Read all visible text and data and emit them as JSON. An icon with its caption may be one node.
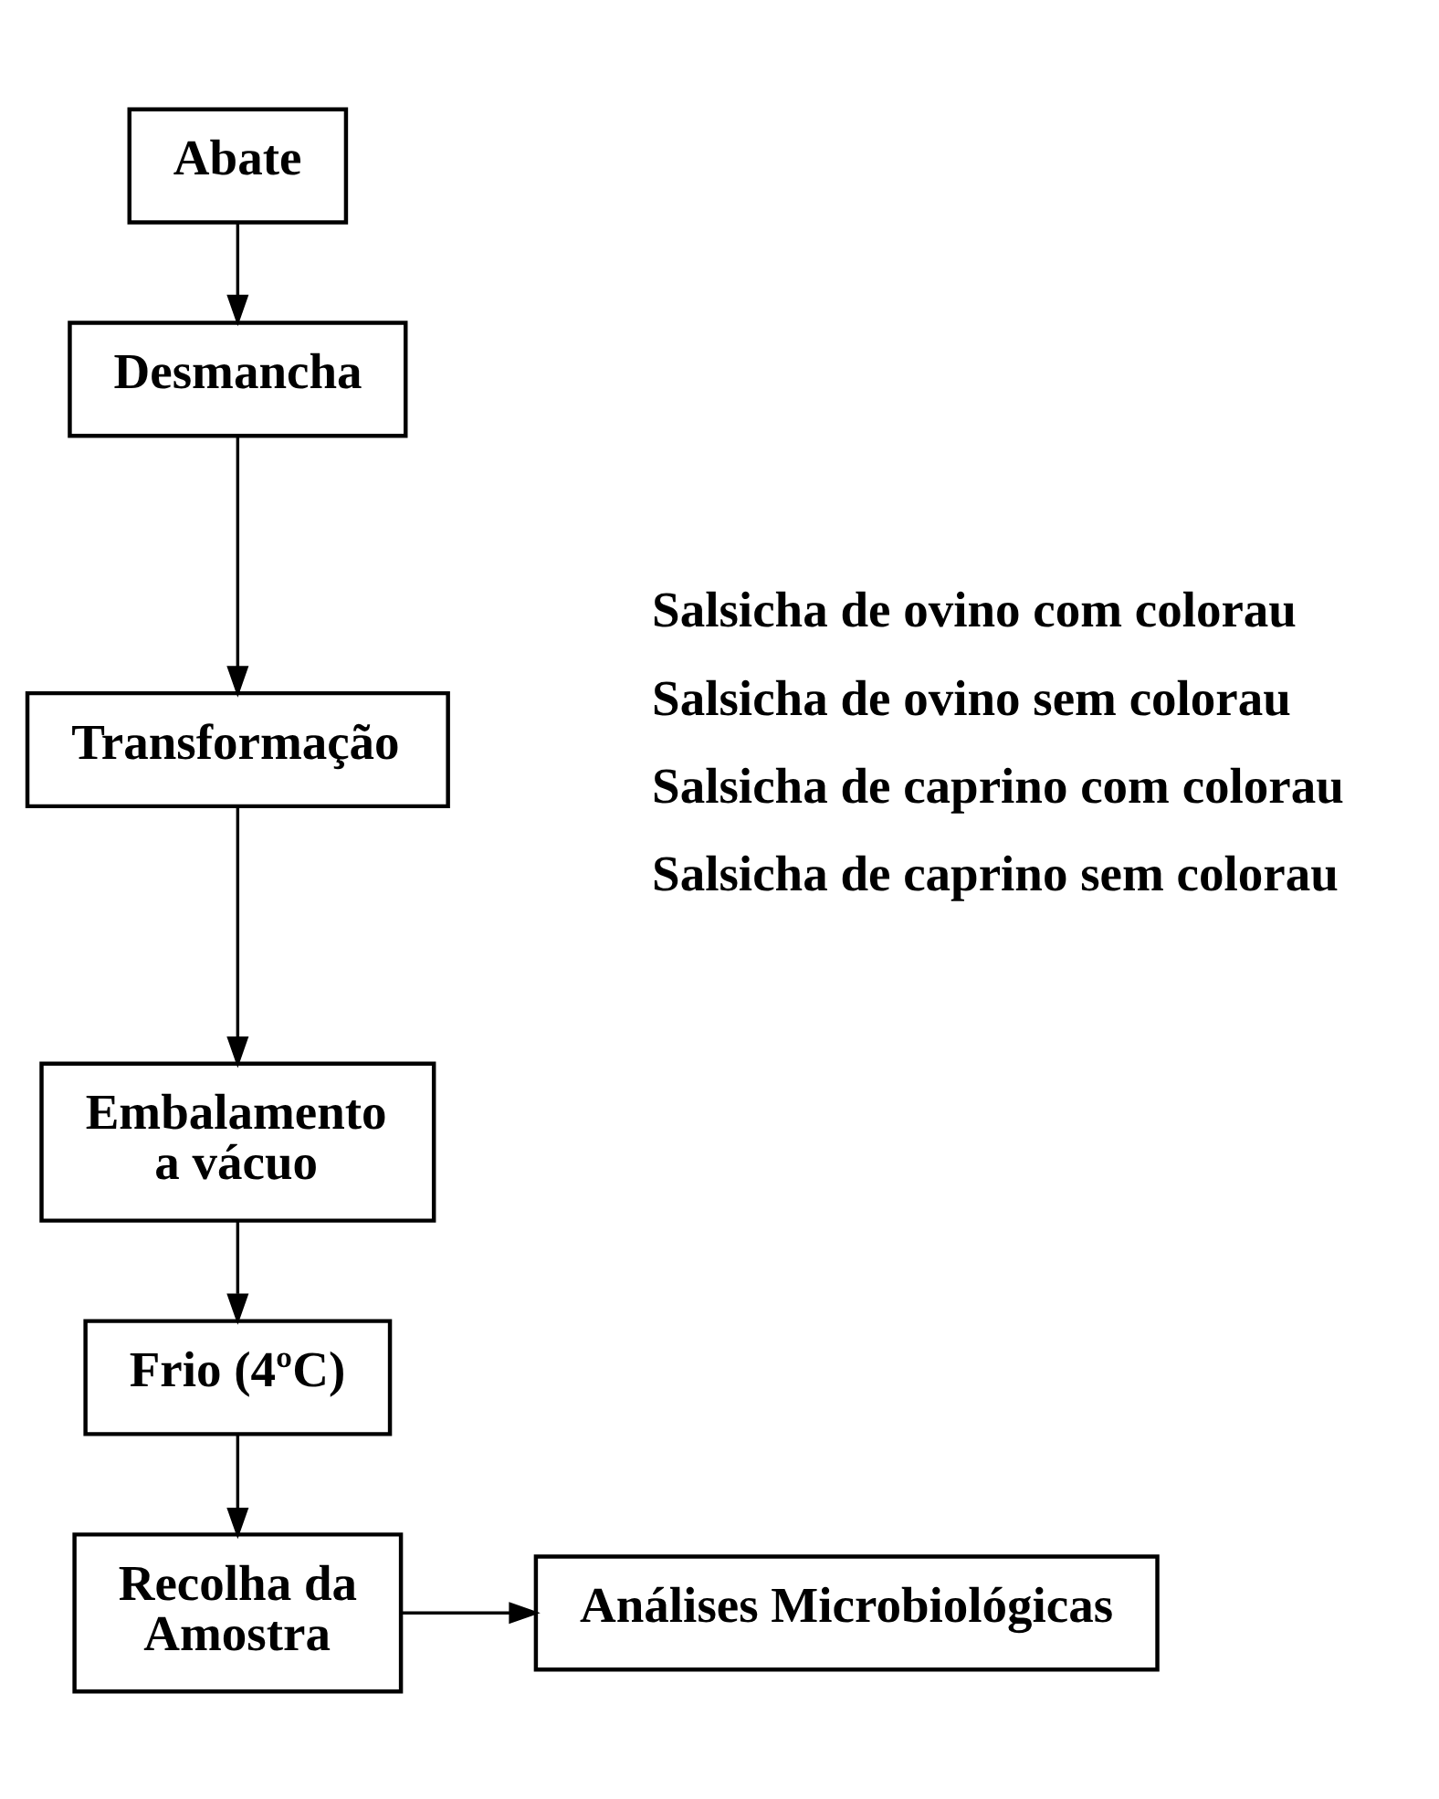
{
  "diagram": {
    "nodes": [
      {
        "text": [
          "Abate"
        ]
      },
      {
        "text": [
          "Desmancha"
        ]
      },
      {
        "text": [
          "Transformação"
        ]
      },
      {
        "text": [
          "Embalamento a vácuo"
        ]
      },
      {
        "text": [
          "Frio (4ºC)"
        ]
      },
      {
        "text": [
          "Recolha da Amostra"
        ]
      },
      {
        "text": [
          "Análises Microbiológicas"
        ]
      }
    ],
    "edges": [
      {
        "from": 0,
        "to": 1,
        "arrow": "to"
      },
      {
        "from": 1,
        "to": 2,
        "arrow": "to"
      },
      {
        "from": 2,
        "to": 3,
        "arrow": "to"
      },
      {
        "from": 3,
        "to": 4,
        "arrow": "to"
      },
      {
        "from": 4,
        "to": 5,
        "arrow": "to"
      },
      {
        "from": 5,
        "to": 6,
        "arrow": "to"
      }
    ],
    "labels": [
      "Salsicha de ovino com colorau",
      "Salsicha de ovino sem colorau",
      "Salsicha de caprino com colorau",
      "Salsicha de caprino sem colorau"
    ]
  }
}
